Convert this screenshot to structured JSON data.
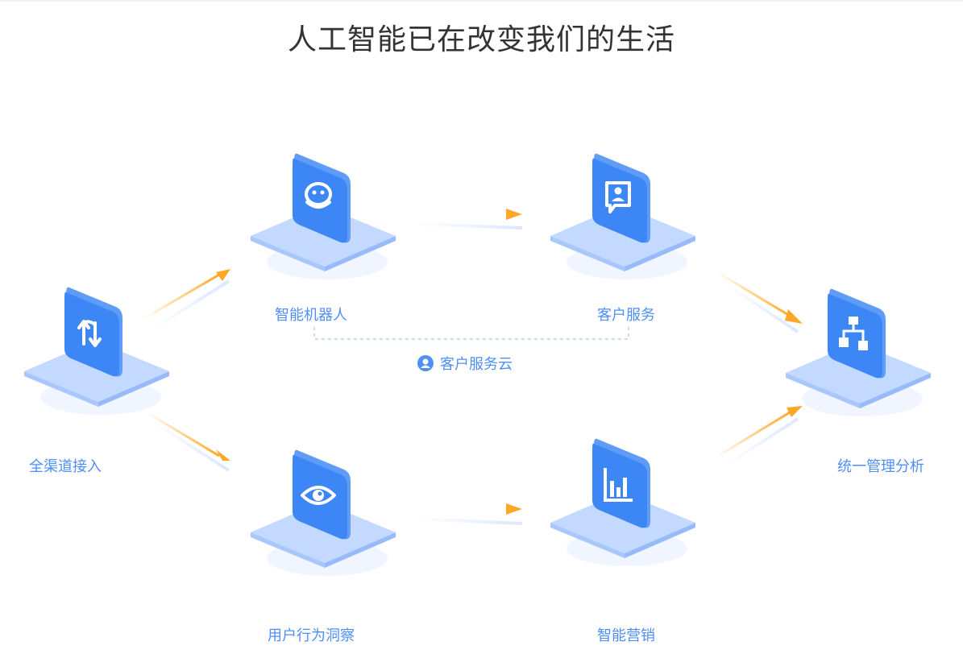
{
  "title": "人工智能已在改变我们的生活",
  "nodes": {
    "channel": {
      "label": "全渠道接入",
      "icon": "swap-arrows-icon"
    },
    "robot": {
      "label": "智能机器人",
      "icon": "robot-icon"
    },
    "service": {
      "label": "客户服务",
      "icon": "customer-service-icon"
    },
    "analysis": {
      "label": "统一管理分析",
      "icon": "flowchart-icon"
    },
    "insight": {
      "label": "用户行为洞察",
      "icon": "eye-icon"
    },
    "marketing": {
      "label": "智能营销",
      "icon": "bar-chart-icon"
    }
  },
  "cloud": {
    "label": "客户服务云",
    "icon": "user-circle-icon"
  },
  "colors": {
    "icon_blue": "#3d86f5",
    "label_blue": "#4f8ef7",
    "arrow_orange": "#ffa726",
    "platform": "#b9d3ff"
  }
}
